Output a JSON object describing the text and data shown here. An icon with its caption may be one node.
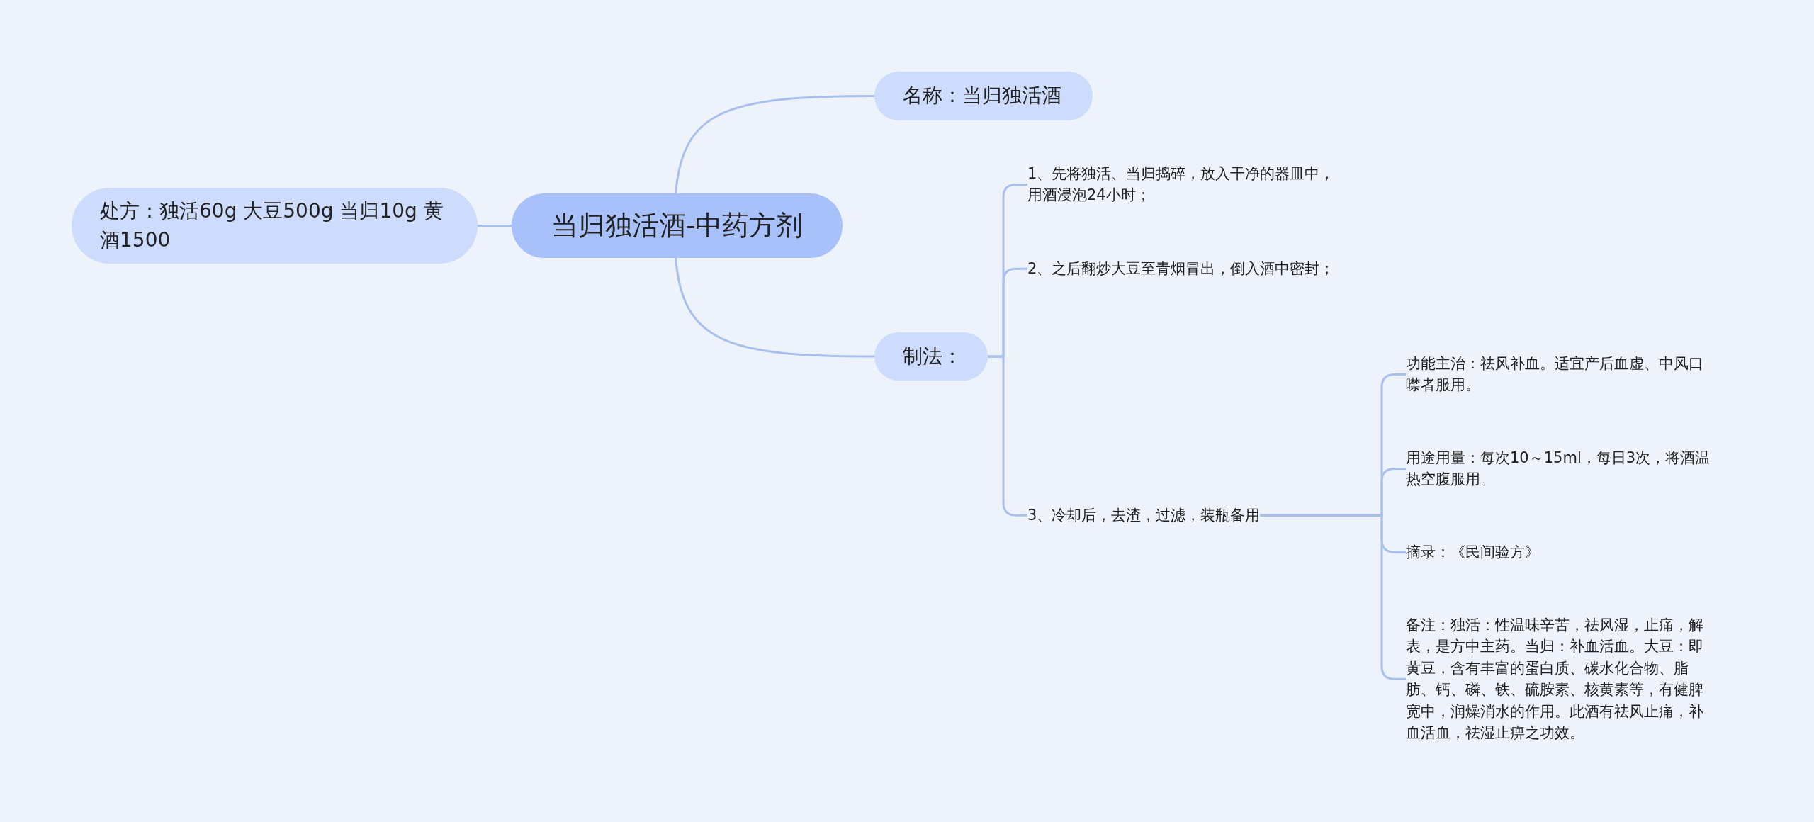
{
  "diagram": {
    "nodes": [
      {
        "text": [
          "当归独活酒-中药方剂"
        ]
      },
      {
        "text": [
          "处方：独活60g 大豆500g 当归10g 黄酒1500"
        ]
      },
      {
        "text": [
          "名称：当归独活酒"
        ]
      },
      {
        "text": [
          "制法："
        ]
      },
      {
        "text": [
          "1、先将独活、当归捣碎，放入干净的器皿中，用酒浸泡24小时；"
        ]
      },
      {
        "text": [
          "2、之后翻炒大豆至青烟冒出，倒入酒中密封；"
        ]
      },
      {
        "text": [
          "3、冷却后，去渣，过滤，装瓶备用"
        ]
      },
      {
        "text": [
          "功能主治：祛风补血。适宜产后血虚、中风口噤者服用。"
        ]
      },
      {
        "text": [
          "用途用量：每次10～15ml，每日3次，将酒温热空腹服用。"
        ]
      },
      {
        "text": [
          "摘录：《民间验方》"
        ]
      },
      {
        "text": [
          "备注：独活：性温味辛苦，祛风湿，止痛，解表，是方中主药。当归：补血活血。大豆：即黄豆，含有丰富的蛋白质、碳水化合物、脂肪、钙、磷、铁、硫胺素、核黄素等，有健脾宽中，润燥消水的作用。此酒有祛风止痛，补血活血，祛湿止痹之功效。"
        ]
      }
    ],
    "edges": [
      {
        "from": 0,
        "to": 1,
        "arrow": "none"
      },
      {
        "from": 0,
        "to": 2,
        "arrow": "none"
      },
      {
        "from": 0,
        "to": 3,
        "arrow": "none"
      },
      {
        "from": 3,
        "to": 4,
        "arrow": "none"
      },
      {
        "from": 3,
        "to": 5,
        "arrow": "none"
      },
      {
        "from": 3,
        "to": 6,
        "arrow": "none"
      },
      {
        "from": 6,
        "to": 7,
        "arrow": "none"
      },
      {
        "from": 6,
        "to": 8,
        "arrow": "none"
      },
      {
        "from": 6,
        "to": 9,
        "arrow": "none"
      },
      {
        "from": 6,
        "to": 10,
        "arrow": "none"
      }
    ]
  }
}
